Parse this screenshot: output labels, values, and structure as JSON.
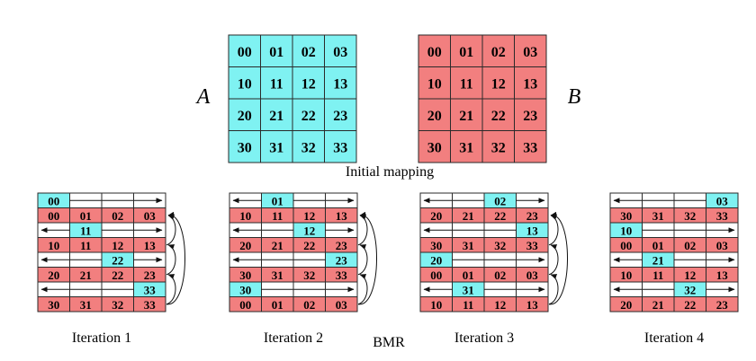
{
  "matrix_a": {
    "label": "A",
    "color": "#7ff2f2",
    "rows": [
      [
        "00",
        "01",
        "02",
        "03"
      ],
      [
        "10",
        "11",
        "12",
        "13"
      ],
      [
        "20",
        "21",
        "22",
        "23"
      ],
      [
        "30",
        "31",
        "32",
        "33"
      ]
    ]
  },
  "matrix_b": {
    "label": "B",
    "color": "#f27f7f",
    "rows": [
      [
        "00",
        "01",
        "02",
        "03"
      ],
      [
        "10",
        "11",
        "12",
        "13"
      ],
      [
        "20",
        "21",
        "22",
        "23"
      ],
      [
        "30",
        "31",
        "32",
        "33"
      ]
    ]
  },
  "initial_caption": "Initial mapping",
  "bmr_label": "BMR",
  "colors": {
    "a": "#7ff2f2",
    "b": "#f27f7f",
    "grid": "#2a2a2a",
    "bg": "#ffffff"
  },
  "iterations": [
    {
      "caption": "Iteration 1",
      "has_shift_arrows": true,
      "rows": [
        {
          "a_value": "00",
          "a_col": 0,
          "b_values": [
            "00",
            "01",
            "02",
            "03"
          ]
        },
        {
          "a_value": "11",
          "a_col": 1,
          "b_values": [
            "10",
            "11",
            "12",
            "13"
          ]
        },
        {
          "a_value": "22",
          "a_col": 2,
          "b_values": [
            "20",
            "21",
            "22",
            "23"
          ]
        },
        {
          "a_value": "33",
          "a_col": 3,
          "b_values": [
            "30",
            "31",
            "32",
            "33"
          ]
        }
      ]
    },
    {
      "caption": "Iteration 2",
      "has_shift_arrows": true,
      "rows": [
        {
          "a_value": "01",
          "a_col": 1,
          "b_values": [
            "10",
            "11",
            "12",
            "13"
          ]
        },
        {
          "a_value": "12",
          "a_col": 2,
          "b_values": [
            "20",
            "21",
            "22",
            "23"
          ]
        },
        {
          "a_value": "23",
          "a_col": 3,
          "b_values": [
            "30",
            "31",
            "32",
            "33"
          ]
        },
        {
          "a_value": "30",
          "a_col": 0,
          "b_values": [
            "00",
            "01",
            "02",
            "03"
          ]
        }
      ]
    },
    {
      "caption": "Iteration 3",
      "has_shift_arrows": true,
      "rows": [
        {
          "a_value": "02",
          "a_col": 2,
          "b_values": [
            "20",
            "21",
            "22",
            "23"
          ]
        },
        {
          "a_value": "13",
          "a_col": 3,
          "b_values": [
            "30",
            "31",
            "32",
            "33"
          ]
        },
        {
          "a_value": "20",
          "a_col": 0,
          "b_values": [
            "00",
            "01",
            "02",
            "03"
          ]
        },
        {
          "a_value": "31",
          "a_col": 1,
          "b_values": [
            "10",
            "11",
            "12",
            "13"
          ]
        }
      ]
    },
    {
      "caption": "Iteration 4",
      "has_shift_arrows": false,
      "rows": [
        {
          "a_value": "03",
          "a_col": 3,
          "b_values": [
            "30",
            "31",
            "32",
            "33"
          ]
        },
        {
          "a_value": "10",
          "a_col": 0,
          "b_values": [
            "00",
            "01",
            "02",
            "03"
          ]
        },
        {
          "a_value": "21",
          "a_col": 1,
          "b_values": [
            "10",
            "11",
            "12",
            "13"
          ]
        },
        {
          "a_value": "32",
          "a_col": 2,
          "b_values": [
            "20",
            "21",
            "22",
            "23"
          ]
        }
      ]
    }
  ]
}
